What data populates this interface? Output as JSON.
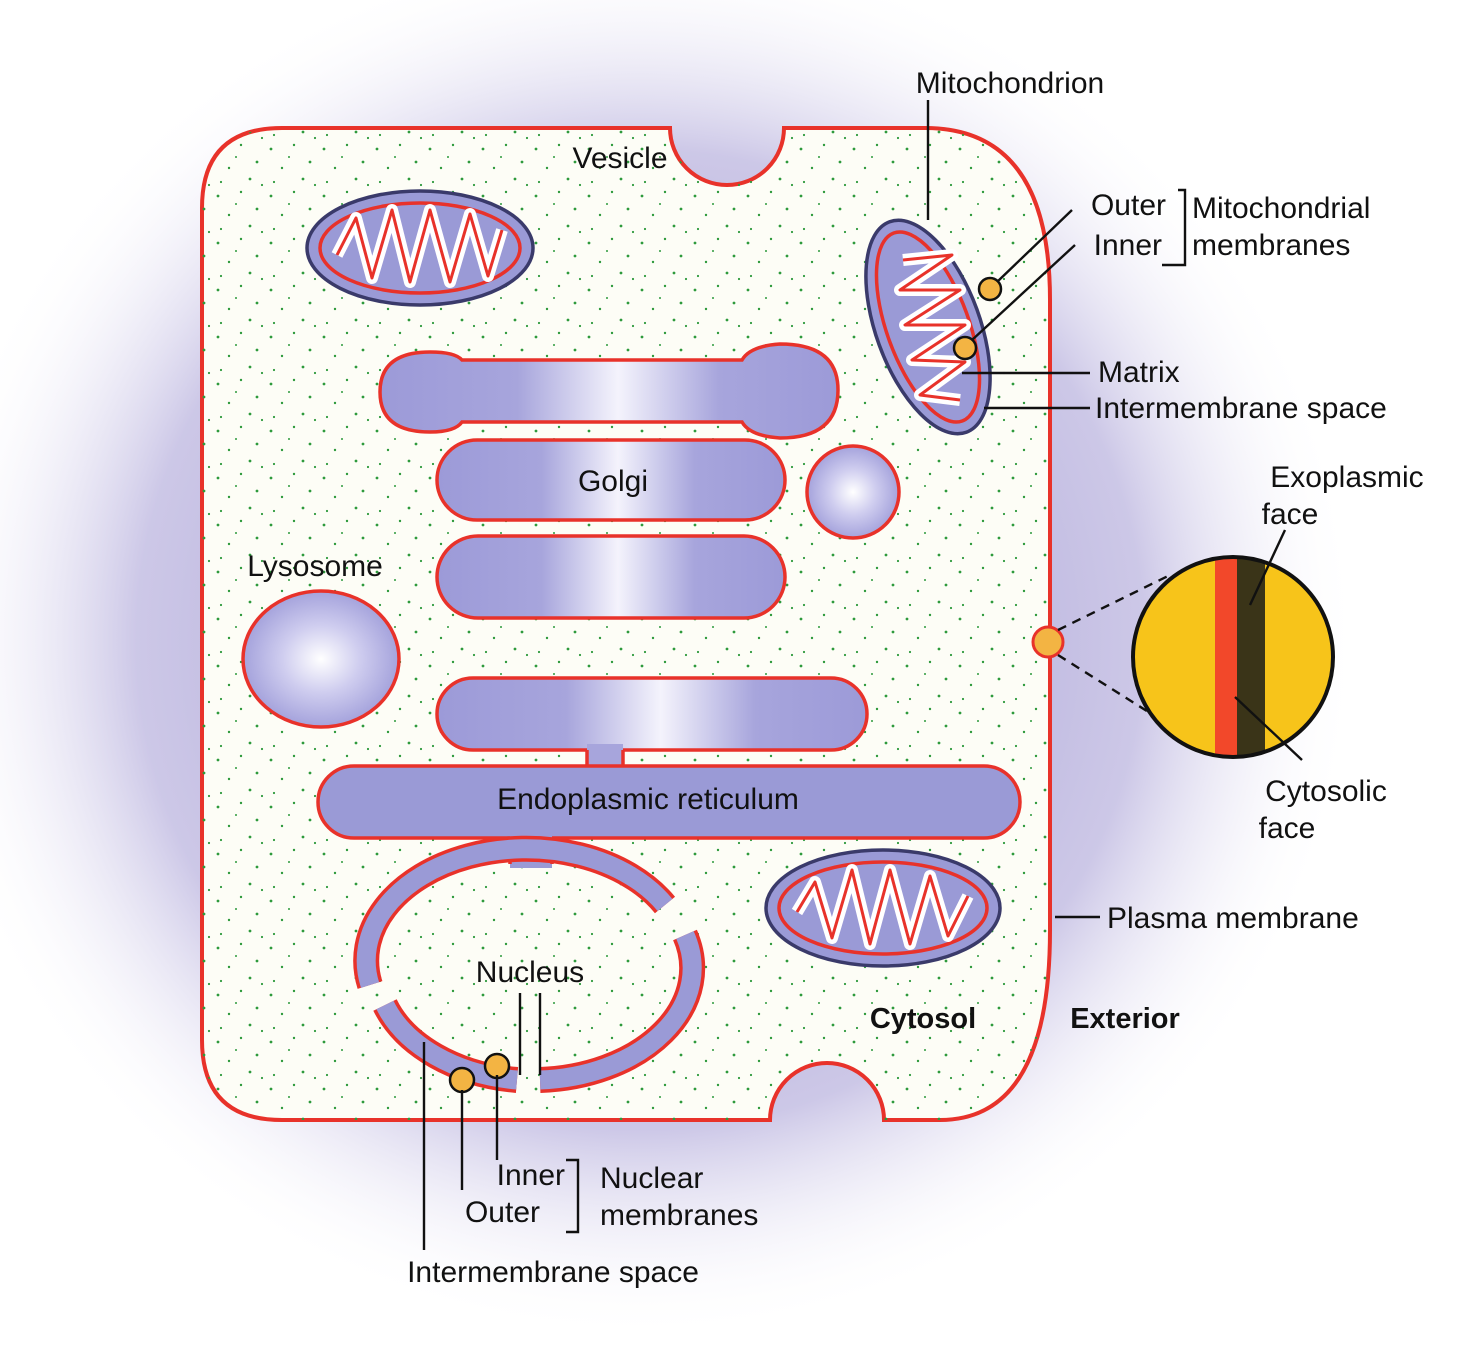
{
  "labels": {
    "vesicle": "Vesicle",
    "mitochondrion": "Mitochondrion",
    "outer_mito": "Outer",
    "inner_mito": "Inner",
    "mito_membranes_1": "Mitochondrial",
    "mito_membranes_2": "membranes",
    "matrix": "Matrix",
    "intermembrane_mito": "Intermembrane space",
    "golgi": "Golgi",
    "lysosome": "Lysosome",
    "exoplasmic_1": "Exoplasmic",
    "exoplasmic_2": "face",
    "cytosolic_1": "Cytosolic",
    "cytosolic_2": "face",
    "er": "Endoplasmic reticulum",
    "plasma_membrane": "Plasma membrane",
    "nucleus": "Nucleus",
    "cytosol": "Cytosol",
    "exterior": "Exterior",
    "inner_nuc": "Inner",
    "outer_nuc": "Outer",
    "nuclear_membranes_1": "Nuclear",
    "nuclear_membranes_2": "membranes",
    "intermembrane_nuc": "Intermembrane space"
  },
  "colors": {
    "membrane": "#e8322a",
    "lumen": "#9a9ad6",
    "cytosol": "#fdfdf6",
    "halo": "#b9b3dc",
    "ribosome_dots": "#2e9a3c",
    "bilayer_yellow": "#f7c41a",
    "bilayer_red": "#f2482a",
    "bilayer_dark": "#3a3418"
  }
}
